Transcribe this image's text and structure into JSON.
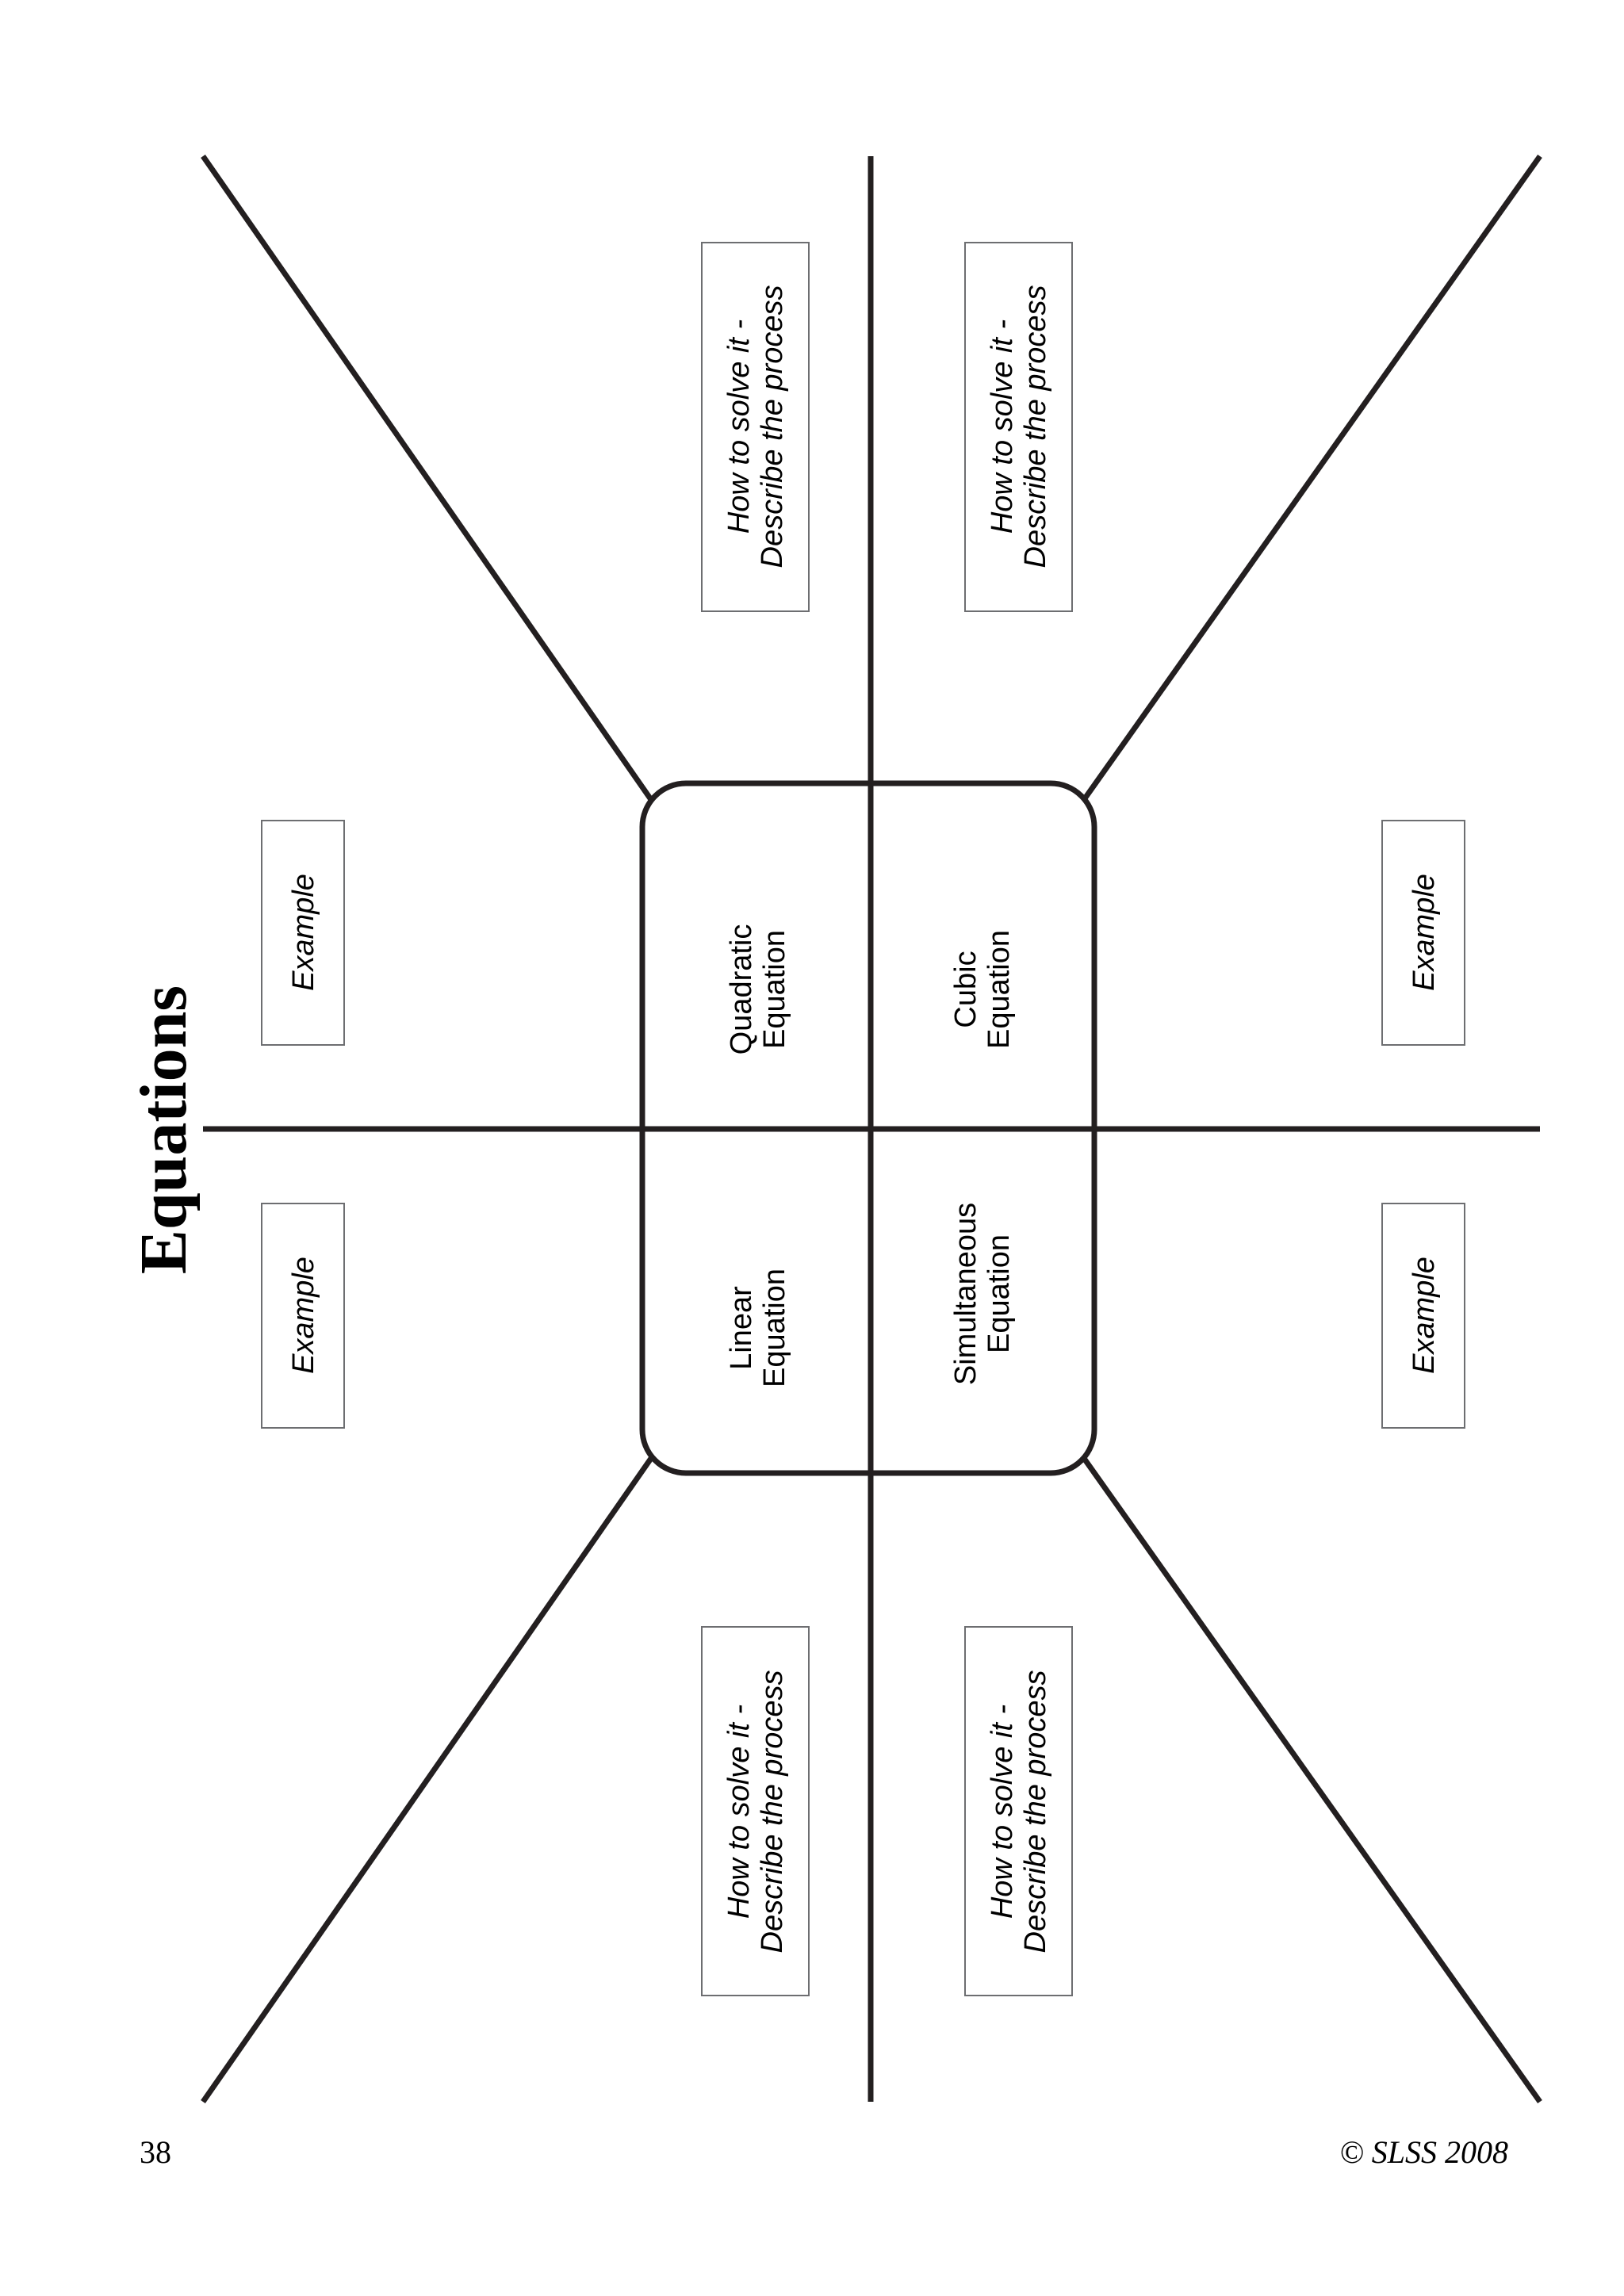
{
  "title": "Equations",
  "center_labels": {
    "quadratic": [
      "Quadratic",
      "Equation"
    ],
    "cubic": [
      "Cubic",
      "Equation"
    ],
    "linear": [
      "Linear",
      "Equation"
    ],
    "simultaneous": [
      "Simultaneous",
      "Equation"
    ]
  },
  "process_box": [
    "How to solve it -",
    "Describe the process"
  ],
  "example_box": "Example",
  "footer": {
    "page_number": "38",
    "copyright": "© SLSS 2008"
  }
}
